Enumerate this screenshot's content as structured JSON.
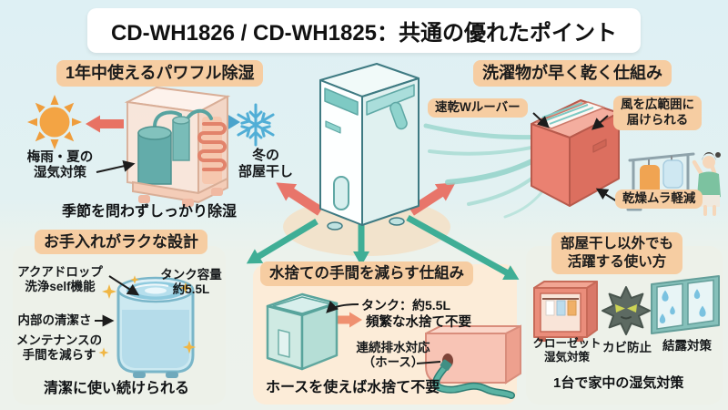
{
  "title": "CD-WH1826 / CD-WH1825：共通の優れたポイント",
  "sections": {
    "powerful": {
      "badge": "1年中使えるパワフル除湿",
      "summer_label": "梅雨・夏の\n湿気対策",
      "winter_label": "冬の\n部屋干し",
      "caption": "季節を問わずしっかり除湿"
    },
    "fast_dry": {
      "badge": "洗濯物が早く乾く仕組み",
      "louver_label": "速乾Wルーバー",
      "wide_air_label": "風を広範囲に\n届けられる",
      "even_dry_label": "乾燥ムラ軽減"
    },
    "easy_care": {
      "badge": "お手入れがラクな設計",
      "aqua_label": "アクアドロップ\n洗浄self機能",
      "tank_capacity_label": "タンク容量\n約5.5L",
      "clean_label": "内部の清潔さ",
      "maintenance_label": "メンテナンスの\n手間を減らす",
      "caption": "清潔に使い続けられる"
    },
    "water_disposal": {
      "badge": "水捨ての手間を減らす仕組み",
      "tank_label": "タンク：約5.5L",
      "no_frequent_label": "頻繁な水捨て不要",
      "drain_label": "連続排水対応\n（ホース）",
      "caption": "ホースを使えば水捨て不要"
    },
    "other_uses": {
      "badge": "部屋干し以外でも\n活躍する使い方",
      "items": [
        {
          "label": "クローゼット\n湿気対策"
        },
        {
          "label": "カビ防止"
        },
        {
          "label": "結露対策"
        }
      ],
      "caption": "1台で家中の湿気対策"
    }
  },
  "icons": {
    "sun-icon": "orange sun with rays",
    "snowflake-icon": "light blue snowflake",
    "dehumidifier-icon": "white tall dehumidifier unit",
    "compressor-icon": "compressor with coil",
    "louver-unit-icon": "coral dehumidifier blowing air",
    "laundry-rack-icon": "person hanging clothes",
    "water-swirl-tank-icon": "tank with swirling water and sparkles",
    "tank-icon": "translucent water tank",
    "hose-icon": "drain hose from unit",
    "closet-icon": "closet with clothes",
    "mold-icon": "spiky mold character",
    "window-icon": "window with condensation drops"
  },
  "colors": {
    "badge_peach": "#f6cda2",
    "arrow_red": "#e8756a",
    "arrow_teal": "#3fae96",
    "arrow_blue": "#4aa3cc",
    "arrow_orange": "#ef9070",
    "panel_green": "#edf1e9",
    "panel_peach": "#fcecd8",
    "background_top": "#def0f4",
    "background_bottom": "#edf2ec"
  }
}
